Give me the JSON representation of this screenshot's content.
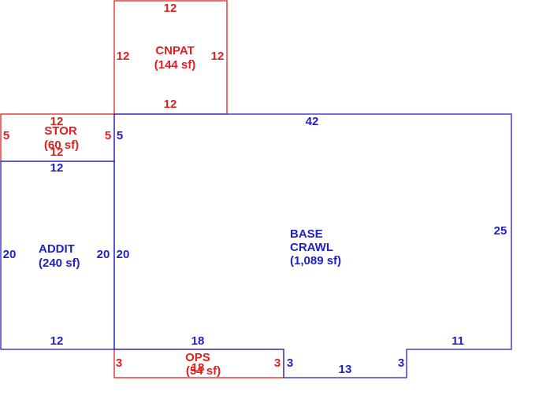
{
  "colors": {
    "base_lines": "#1f1fc8",
    "addition_lines": "#e0201f",
    "background": "#ffffff"
  },
  "areas": {
    "cnpat": {
      "name": "CNPAT",
      "area": "(144 sf)",
      "top": "12",
      "left": "12",
      "right": "12",
      "bottom": "12"
    },
    "stor": {
      "name": "STOR",
      "area": "(60 sf)",
      "top": "12",
      "bottom": "12",
      "left": "5",
      "right": "5"
    },
    "addit": {
      "name": "ADDIT",
      "area": "(240 sf)",
      "top": "12",
      "left": "20",
      "right": "20",
      "bottom": "12"
    },
    "base": {
      "name_line1": "BASE",
      "name_line2": "CRAWL",
      "area": "(1,089 sf)",
      "top": "42",
      "left_upper": "5",
      "left": "20",
      "right": "25",
      "bottom_left": "18",
      "bottom_step_left": "3",
      "bottom_mid": "13",
      "bottom_step_right": "3",
      "bottom_right": "11"
    },
    "ops": {
      "name": "OPS",
      "area": "(54 sf)",
      "bottom": "18",
      "left": "3",
      "right": "3"
    }
  }
}
